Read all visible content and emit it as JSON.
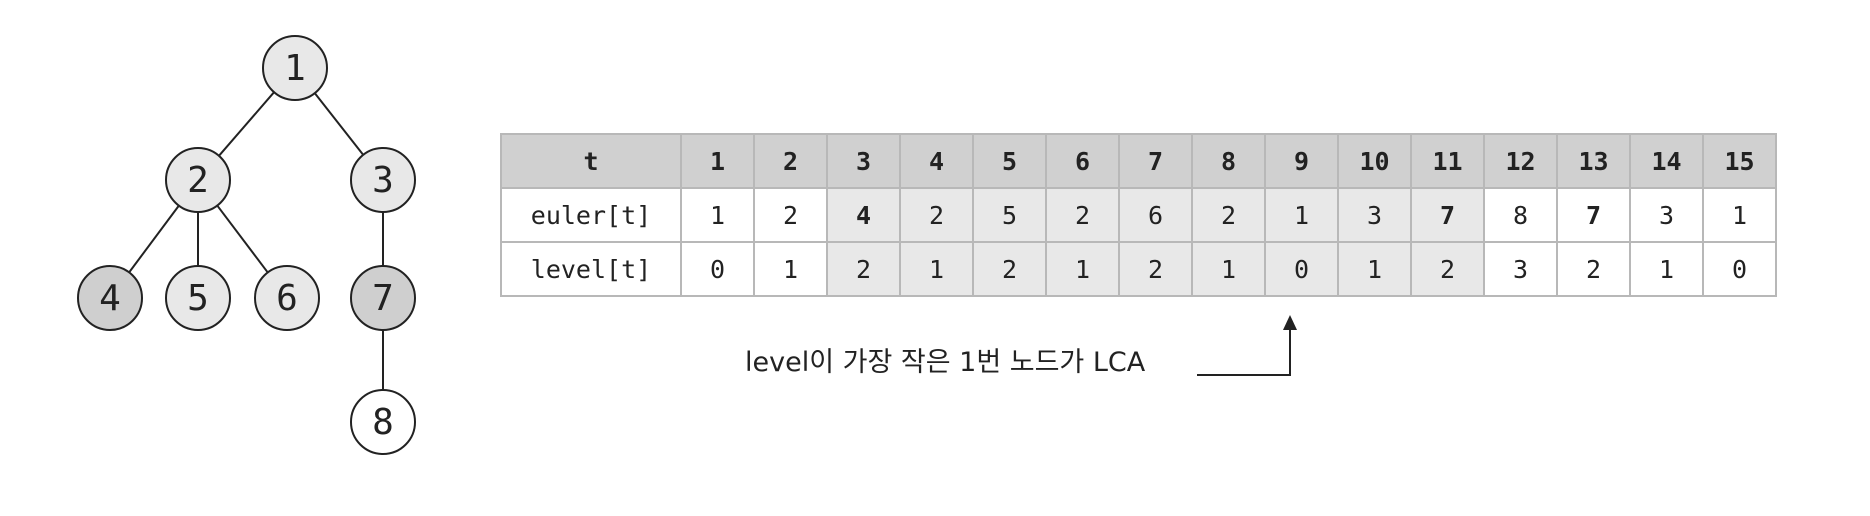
{
  "tree": {
    "nodes": [
      {
        "id": "1",
        "label": "1",
        "shaded": false
      },
      {
        "id": "2",
        "label": "2",
        "shaded": false
      },
      {
        "id": "3",
        "label": "3",
        "shaded": false
      },
      {
        "id": "4",
        "label": "4",
        "shaded": true
      },
      {
        "id": "5",
        "label": "5",
        "shaded": false
      },
      {
        "id": "6",
        "label": "6",
        "shaded": false
      },
      {
        "id": "7",
        "label": "7",
        "shaded": true
      },
      {
        "id": "8",
        "label": "8",
        "shaded": false,
        "white": true
      }
    ],
    "edges": [
      [
        "1",
        "2"
      ],
      [
        "1",
        "3"
      ],
      [
        "2",
        "4"
      ],
      [
        "2",
        "5"
      ],
      [
        "2",
        "6"
      ],
      [
        "3",
        "7"
      ],
      [
        "7",
        "8"
      ]
    ]
  },
  "table": {
    "header_label": "t",
    "columns": [
      "1",
      "2",
      "3",
      "4",
      "5",
      "6",
      "7",
      "8",
      "9",
      "10",
      "11",
      "12",
      "13",
      "14",
      "15"
    ],
    "euler_label": "euler[t]",
    "euler": [
      "1",
      "2",
      "4",
      "2",
      "5",
      "2",
      "6",
      "2",
      "1",
      "3",
      "7",
      "8",
      "7",
      "3",
      "1"
    ],
    "level_label": "level[t]",
    "level": [
      "0",
      "1",
      "2",
      "1",
      "2",
      "1",
      "2",
      "1",
      "0",
      "1",
      "2",
      "3",
      "2",
      "1",
      "0"
    ],
    "shaded_range": [
      3,
      11
    ],
    "bold_euler_columns": [
      3,
      11,
      13
    ]
  },
  "annotation": {
    "text": "level이 가장 작은 1번 노드가 LCA"
  },
  "colors": {
    "node_fill": "#e8e8e8",
    "node_fill_shaded": "#cfcfcf",
    "header_fill": "#d0d0d0",
    "range_fill": "#e8e8e8",
    "border": "#b8b8b8"
  }
}
